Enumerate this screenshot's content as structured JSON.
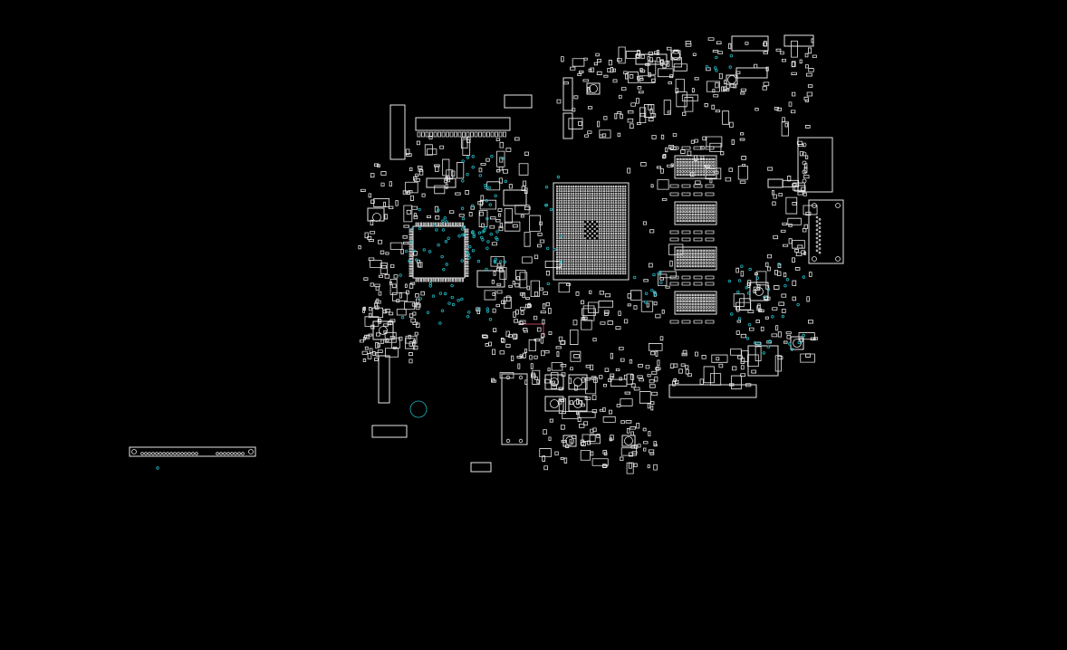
{
  "colors": {
    "background": "#000000",
    "silkscreen": "#e6e6e6",
    "via": "#21b8c4",
    "trace": "#c0405a"
  },
  "components": {
    "main_soc": "ball-grid-array",
    "memory_chips": 4,
    "secondary_ic": "quad-flat-package",
    "ribbon_connector": "board-to-board"
  }
}
